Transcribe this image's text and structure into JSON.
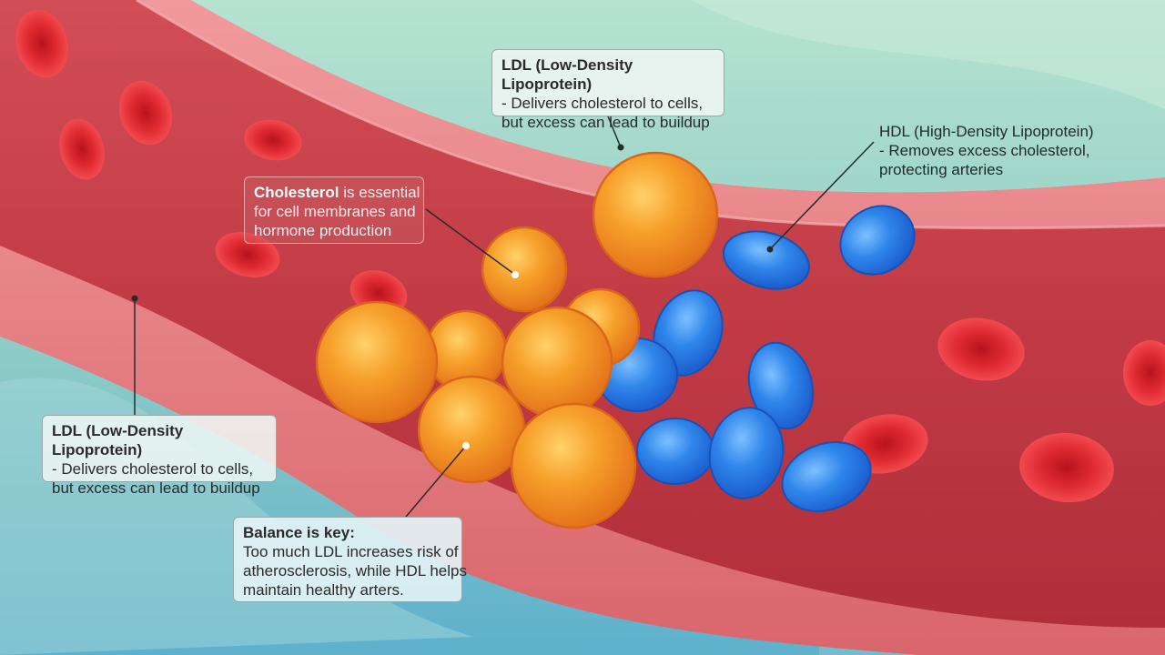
{
  "labels": {
    "ldl_top": {
      "title": "LDL (Low-Density Lipoprotein)",
      "lines": [
        "- Delivers cholesterol to cells,",
        "but excess can lead to buildup"
      ]
    },
    "hdl": {
      "title": "HDL (High-Density Lipoprotein)",
      "lines": [
        "- Removes excess cholesterol,",
        "protecting arteries"
      ]
    },
    "cholesterol": {
      "title": "Cholesterol",
      "title_rest": " is essential",
      "lines": [
        "for cell membranes and",
        "hormone production"
      ]
    },
    "ldl_left": {
      "title": "LDL (Low-Density Lipoprotein)",
      "lines": [
        "- Delivers cholesterol to cells,",
        "but excess can lead to buildup"
      ]
    },
    "balance": {
      "title": "Balance is key:",
      "lines": [
        "Too much LDL increases risk of",
        "atherosclerosis, while HDL helps",
        "maintain healthy arters."
      ]
    }
  },
  "colors": {
    "background_top": "#a8dcc8",
    "background_bottom": "#6cb8cc",
    "vessel_wall": "#e27a7e",
    "vessel_lumen": "#c23a44",
    "red_blood_cell": "#e0262e",
    "ldl_particle": "#f08a1c",
    "hdl_particle": "#1f78e0"
  }
}
